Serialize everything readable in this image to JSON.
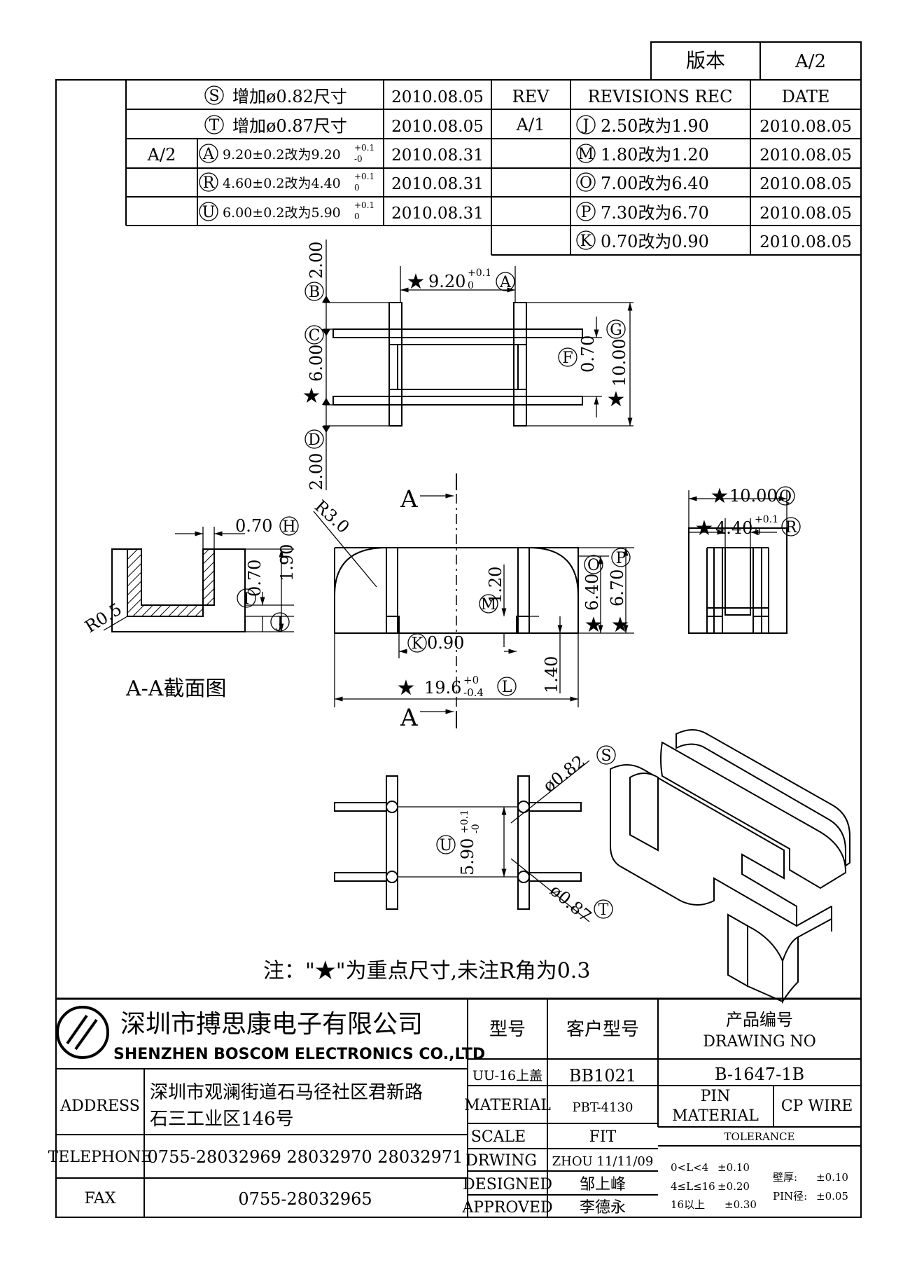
{
  "version_box": {
    "label": "版本",
    "value": "A/2"
  },
  "revisions": {
    "headers": {
      "rev": "REV",
      "rec": "REVISIONS REC",
      "date": "DATE"
    },
    "rev_a1": "A/1",
    "rev_a2": "A/2",
    "left_rows": [
      {
        "mark": "S",
        "text": "增加ø0.82尺寸",
        "date": "2010.08.05"
      },
      {
        "mark": "T",
        "text": "增加ø0.87尺寸",
        "date": "2010.08.05"
      },
      {
        "mark": "A",
        "text": "9.20±0.2改为9.20",
        "tol_top": "+0.1",
        "tol_bot": "-0",
        "date": "2010.08.31"
      },
      {
        "mark": "R",
        "text": "4.60±0.2改为4.40",
        "tol_top": "+0.1",
        "tol_bot": "0",
        "date": "2010.08.31"
      },
      {
        "mark": "U",
        "text": "6.00±0.2改为5.90",
        "tol_top": "+0.1",
        "tol_bot": "0",
        "date": "2010.08.31"
      }
    ],
    "right_rows": [
      {
        "mark": "J",
        "text": "2.50改为1.90",
        "date": "2010.08.05"
      },
      {
        "mark": "M",
        "text": "1.80改为1.20",
        "date": "2010.08.05"
      },
      {
        "mark": "O",
        "text": "7.00改为6.40",
        "date": "2010.08.05"
      },
      {
        "mark": "P",
        "text": "7.30改为6.70",
        "date": "2010.08.05"
      },
      {
        "mark": "K",
        "text": "0.70改为0.90",
        "date": "2010.08.05"
      }
    ]
  },
  "dims": {
    "top_2_00": "2.00",
    "top_6_00": "6.00",
    "bot_2_00": "2.00",
    "w_9_20": "9.20",
    "tol_01": "+0.1",
    "tol_0": "0",
    "f_0_70": "0.70",
    "g_10_00": "10.00",
    "h_0_70": "0.70",
    "i_0_70": "0.70",
    "j_1_90": "1.90",
    "r05": "R0.5",
    "r30": "R3.0",
    "m_1_20": "1.20",
    "o_6_40": "6.40",
    "p_6_70": "6.70",
    "k_0_90": "0.90",
    "h_1_40": "1.40",
    "l_19_6": "19.6",
    "l_tol_top": "+0",
    "l_tol_bot": "-0.4",
    "q_10_00": "10.00",
    "r_4_40": "4.40",
    "s_082": "ø0.82",
    "t_087": "ø0.87",
    "u_5_90": "5.90",
    "u_tol_top": "+0.1",
    "u_tol_bot": "-0"
  },
  "marks": {
    "A": "A",
    "B": "B",
    "C": "C",
    "D": "D",
    "F": "F",
    "G": "G",
    "H": "H",
    "I": "I",
    "J": "J",
    "K": "K",
    "L": "L",
    "M": "M",
    "O": "O",
    "P": "P",
    "Q": "Q",
    "R": "R",
    "S": "S",
    "T": "T",
    "U": "U"
  },
  "section_letter": "A",
  "section_title": "A-A截面图",
  "note": "注：\"★\"为重点尺寸,未注R角为0.3",
  "title_block": {
    "company_cn": "深圳市搏思康电子有限公司",
    "company_en": "SHENZHEN BOSCOM ELECTRONICS CO.,LTD",
    "address_label": "ADDRESS",
    "address_line1": "深圳市观澜街道石马径社区君新路",
    "address_line2": "石三工业区146号",
    "telephone_label": "TELEPHONE",
    "telephone": "0755-28032969 28032970 28032971",
    "fax_label": "FAX",
    "fax": "0755-28032965",
    "model_label": "型号",
    "customer_model_label": "客户型号",
    "drawing_no_cn": "产品编号",
    "drawing_no_en": "DRAWING NO",
    "model": "UU-16上盖",
    "customer_model": "BB1021",
    "drawing_no": "B-1647-1B",
    "material_label": "MATERIAL",
    "material": "PBT-4130",
    "pin_material_label1": "PIN",
    "pin_material_label2": "MATERIAL",
    "pin_material": "CP WIRE",
    "scale_label": "SCALE",
    "scale": "FIT",
    "tolerance_label": "TOLERANCE",
    "drawing_label": "DRWING",
    "drawing_by": "ZHOU 11/11/09",
    "designed_label": "DESIGNED",
    "designed_by": "邹上峰",
    "approved_label": "APPROVED",
    "approved_by": "李德永",
    "tol_rows": [
      {
        "range": "0<L<4",
        "value": "±0.10"
      },
      {
        "range": "4≤L≤16",
        "value": "±0.20"
      },
      {
        "range": "16以上",
        "value": "±0.30"
      }
    ],
    "wall_label": "壁厚:",
    "wall_value": "±0.10",
    "pin_dia_label": "PIN径:",
    "pin_dia_value": "±0.05"
  }
}
